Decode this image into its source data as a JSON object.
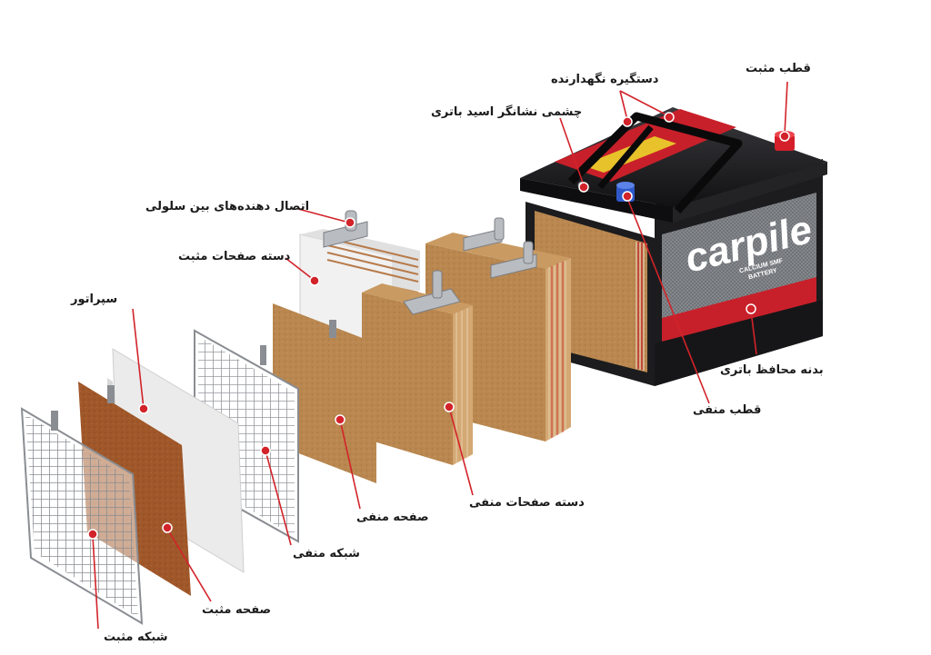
{
  "diagram": {
    "brand": {
      "name": "carpile",
      "line1": "CALCIUM SMF",
      "line2": "BATTERY"
    },
    "labels": {
      "positive_terminal": "قطب مثبت",
      "handle": "دستگیره نگهدارنده",
      "acid_indicator": "چشمی نشانگر اسید باتری",
      "inter_cell_connector": "اتصال دهنده‌های بین سلولی",
      "positive_plate_group": "دسته صفحات مثبت",
      "separator": "سپراتور",
      "battery_case": "بدنه محافظ باتری",
      "negative_terminal": "قطب منفی",
      "negative_plate_group": "دسته صفحات منفی",
      "negative_plate": "صفحه منفی",
      "negative_grid": "شبکه منفی",
      "positive_plate": "صفحه مثبت",
      "positive_grid": "شبکه مثبت"
    },
    "colors": {
      "pointer": "#d2232a",
      "battery_black": "#1c1c1e",
      "battery_red": "#c8202a",
      "plate_tan": "#b9874f",
      "plate_brown": "#a0582a",
      "grid_gray": "#8a8d92",
      "separator": "#ebebeb"
    }
  }
}
